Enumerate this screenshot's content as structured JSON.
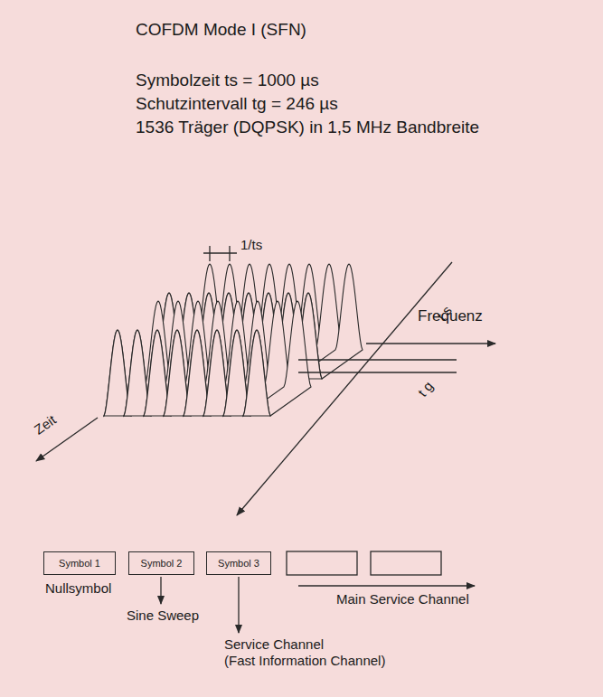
{
  "diagram": {
    "title": "COFDM Mode I (SFN)",
    "nodes": [
      {
        "text": [
          "Symbol 1"
        ]
      },
      {
        "text": [
          "Symbol 2"
        ]
      },
      {
        "text": [
          "Symbol 3"
        ]
      }
    ],
    "labels": [
      "Symbolzeit ts = 1000 µs",
      "Schutzintervall tg = 246 µs",
      "1536 Träger (DQPSK) in 1,5 MHz Bandbreite",
      "1/ts",
      "Frequenz",
      "ts",
      "tg",
      "Zeit",
      "Nullsymbol",
      "Sine Sweep",
      "Main Service Channel",
      "Service Channel",
      "(Fast Information Channel)"
    ]
  }
}
